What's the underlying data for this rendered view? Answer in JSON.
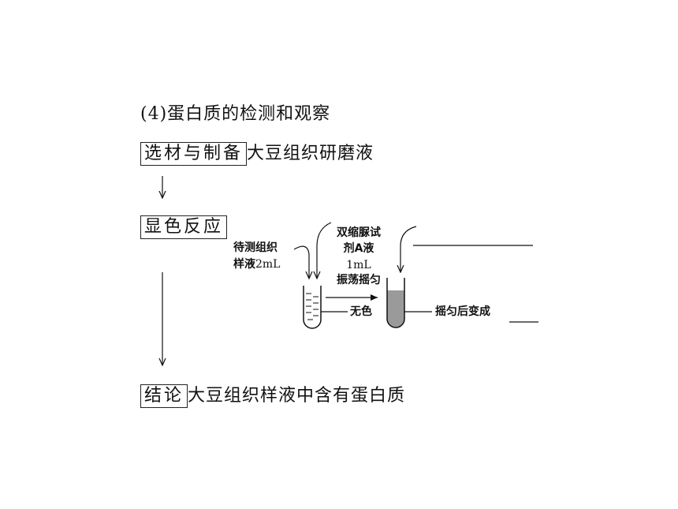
{
  "heading": "(4)蛋白质的检测和观察",
  "steps": {
    "prep": {
      "label": "选材与制备",
      "text": "大豆组织研磨液"
    },
    "reaction": {
      "label": "显色反应"
    },
    "conclusion": {
      "label": "结论",
      "text": "大豆组织样液中含有蛋白质"
    }
  },
  "apparatus": {
    "sample_line1": "待测组织",
    "sample_line2_a": "样液",
    "sample_line2_b": "2mL",
    "reagent_line1": "双缩脲试",
    "reagent_line2": "剂A液",
    "reagent_line3": "1mL",
    "reagent_line4": "振荡摇匀",
    "tube1_label": "无色",
    "tube2_label": "摇匀后变成"
  },
  "colors": {
    "ink": "#111111",
    "tube_fill": "#9a9a9a"
  }
}
